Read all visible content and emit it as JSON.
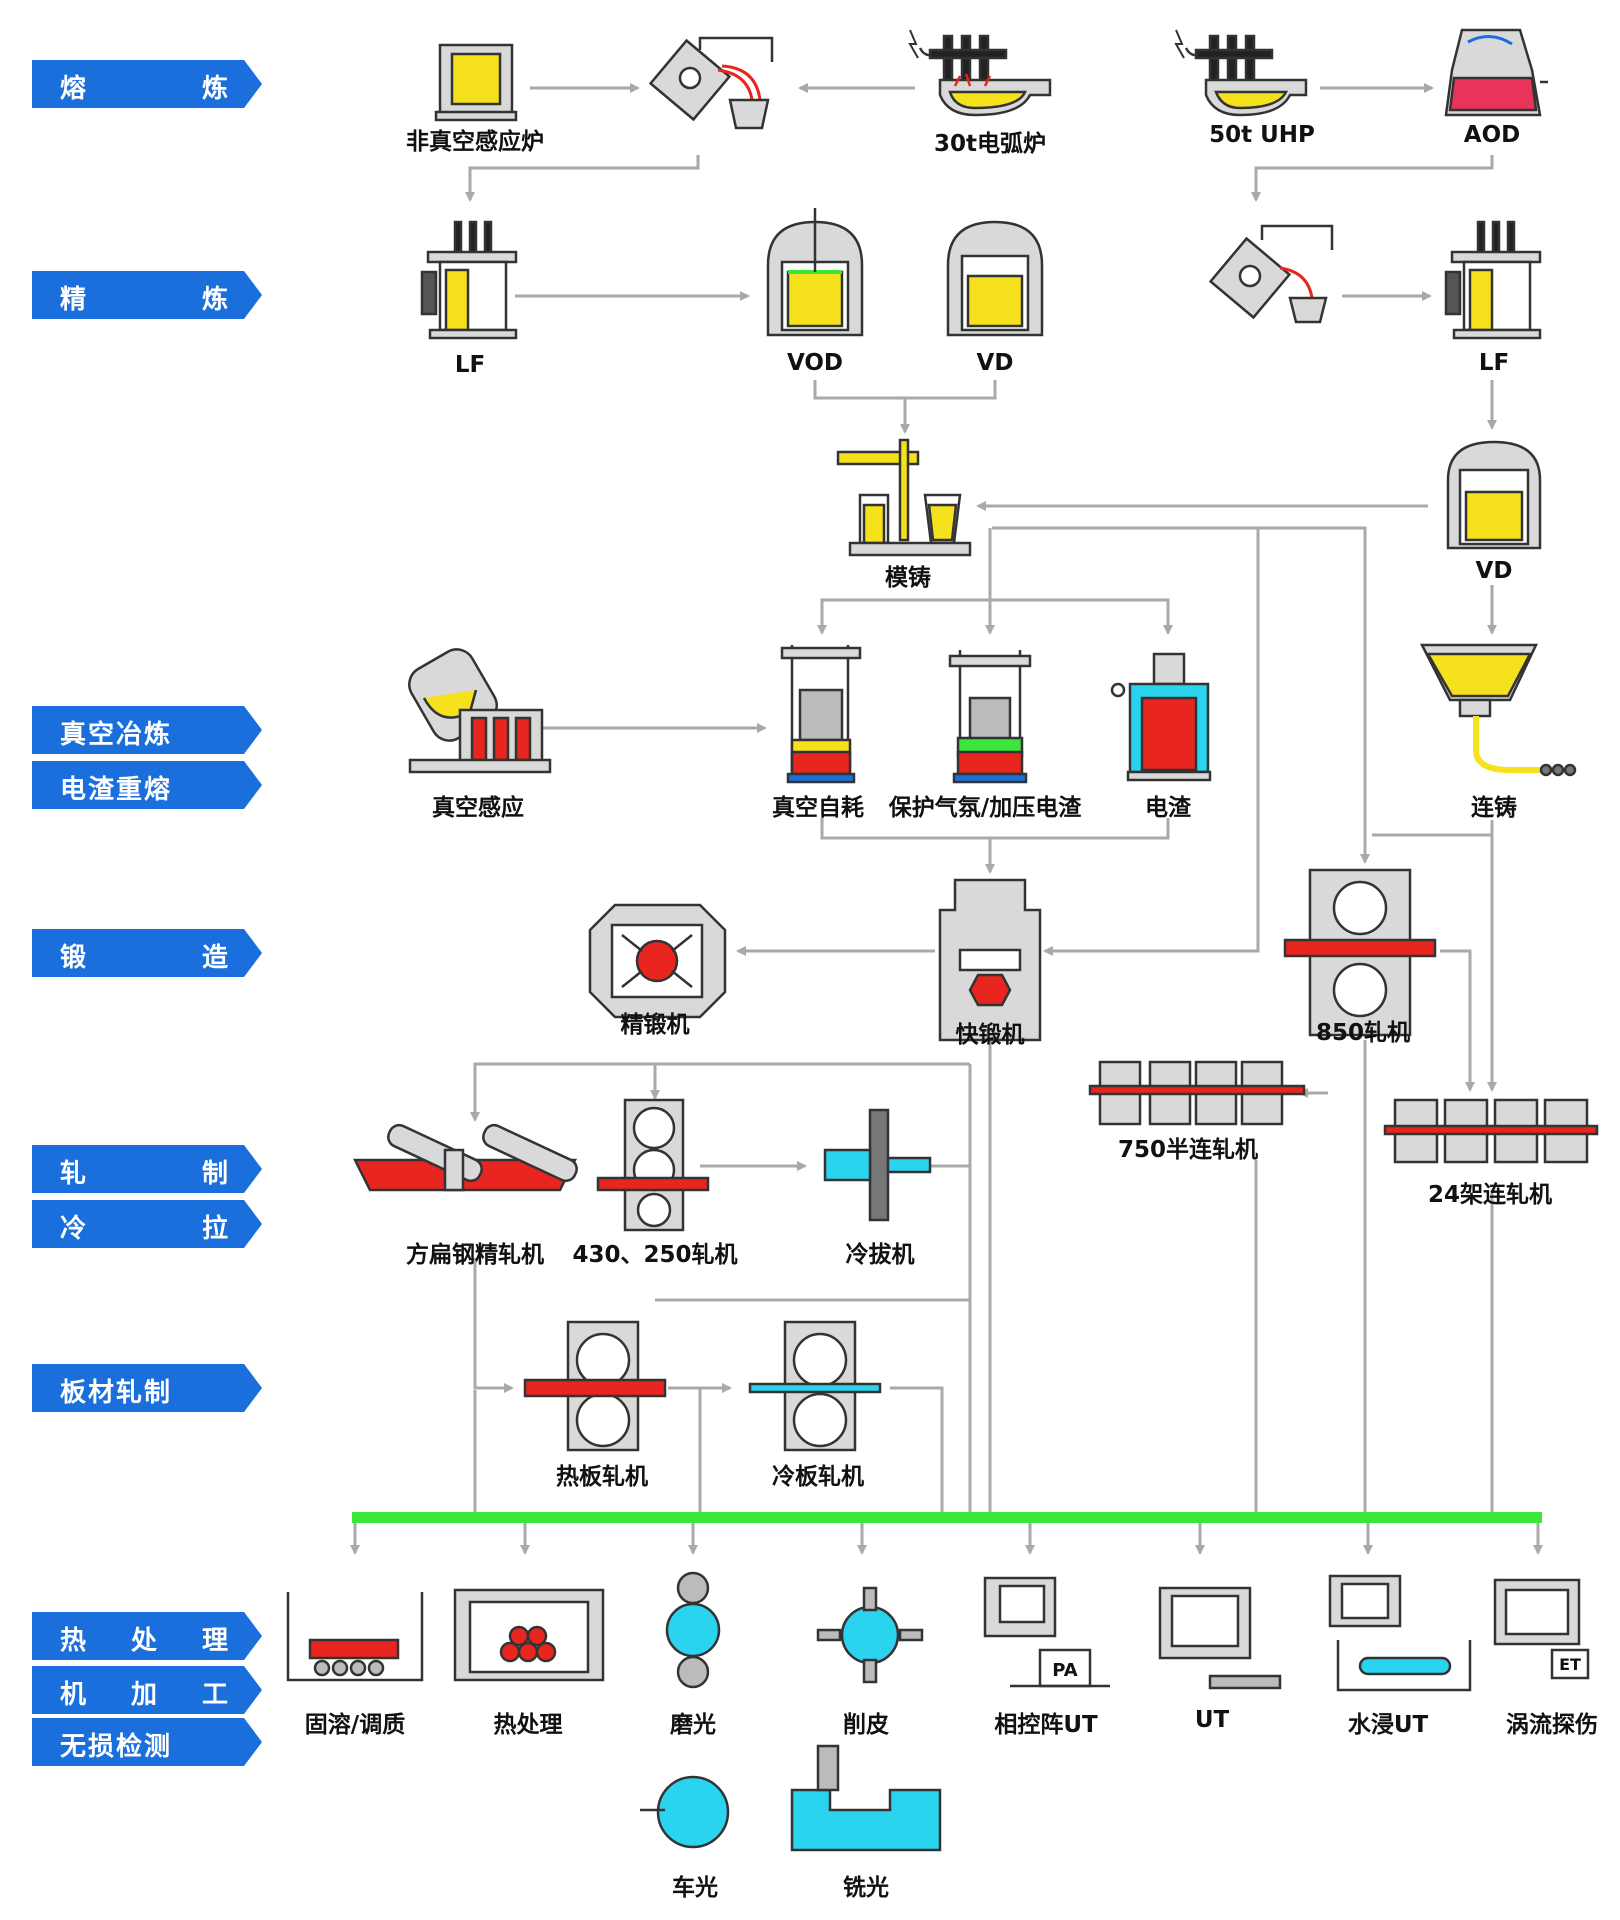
{
  "stages": {
    "smelting": [
      "熔",
      "炼"
    ],
    "refining": [
      "精",
      "炼"
    ],
    "vacuum_smelting": "真空冶炼",
    "esr": "电渣重熔",
    "forging": [
      "锻",
      "造"
    ],
    "rolling": [
      "轧",
      "制"
    ],
    "cold_drawing": [
      "冷",
      "拉"
    ],
    "plate_rolling": "板材轧制",
    "heat_treatment": [
      "热",
      "处",
      "理"
    ],
    "machining": [
      "机",
      "加",
      "工"
    ],
    "ndt": "无损检测"
  },
  "nodes": {
    "non_vacuum_induction": "非真空感应炉",
    "eaf30": "30t电弧炉",
    "uhp50": "50t UHP",
    "aod": "AOD",
    "lf_left": "LF",
    "vod": "VOD",
    "vd_mid": "VD",
    "lf_right": "LF",
    "ingot_casting": "模铸",
    "vd_right": "VD",
    "vacuum_induction": "真空感应",
    "var": "真空自耗",
    "pesr": "保护气氛/加压电渣",
    "esr_furnace": "电渣",
    "continuous_casting": "连铸",
    "precision_forging": "精锻机",
    "fast_forging": "快锻机",
    "mill850": "850轧机",
    "mill750": "750半连轧机",
    "mill24": "24架连轧机",
    "square_flat_finishing": "方扁钢精轧机",
    "mill430_250": "430、250轧机",
    "cold_drawing_machine": "冷拔机",
    "hot_plate_mill": "热板轧机",
    "cold_plate_mill": "冷板轧机",
    "solution_treatment": "固溶/调质",
    "heat_treatment_node": "热处理",
    "grinding": "磨光",
    "peeling": "削皮",
    "phased_array_ut": "相控阵UT",
    "ut": "UT",
    "immersion_ut": "水浸UT",
    "eddy_current": "涡流探伤",
    "turning": "车光",
    "milling": "铣光"
  },
  "equipment_text": {
    "pa": "PA",
    "et": "ET"
  },
  "colors": {
    "stage_blue": "#1a6fdc",
    "arrow_gray": "#a9a9a9",
    "collector_green": "#39e639",
    "molten_yellow": "#f5e21c",
    "hot_red": "#e8251e",
    "cyan": "#2ad4ee",
    "equipment_gray": "#d9d9d9",
    "outline": "#333333"
  }
}
